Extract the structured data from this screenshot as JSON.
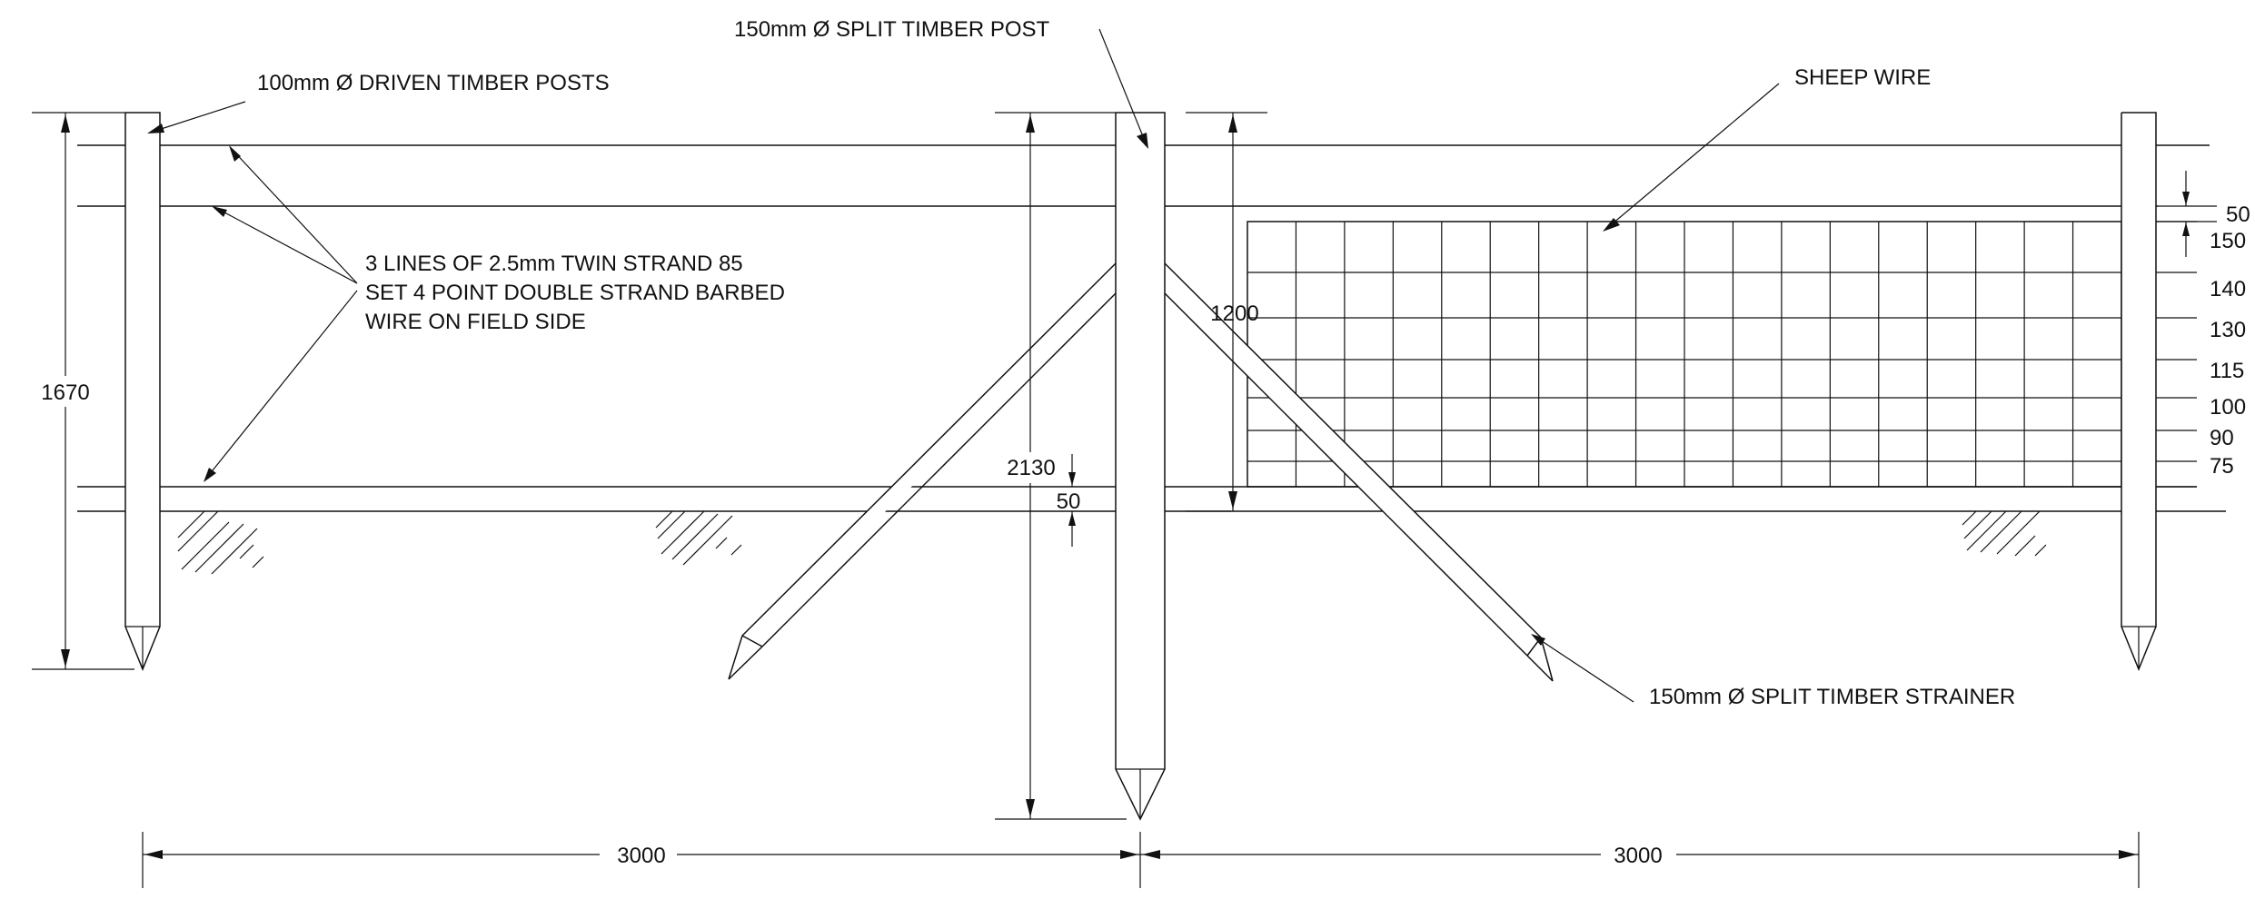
{
  "labels": {
    "driven_posts": "100mm Ø DRIVEN TIMBER POSTS",
    "split_post": "150mm Ø SPLIT TIMBER POST",
    "sheep_wire": "SHEEP WIRE",
    "barbed_1": "3 LINES OF 2.5mm TWIN STRAND 85",
    "barbed_2": "SET 4 POINT DOUBLE STRAND BARBED",
    "barbed_3": "WIRE ON FIELD SIDE",
    "strainer": "150mm Ø SPLIT TIMBER STRAINER"
  },
  "dimensions": {
    "post_height": "1670",
    "split_post_height": "2130",
    "gap_bottom": "50",
    "mesh_height": "1200",
    "span_left": "3000",
    "span_right": "3000",
    "gap_top": "50"
  },
  "mesh_spacings": [
    "150",
    "140",
    "130",
    "115",
    "100",
    "90",
    "75"
  ]
}
